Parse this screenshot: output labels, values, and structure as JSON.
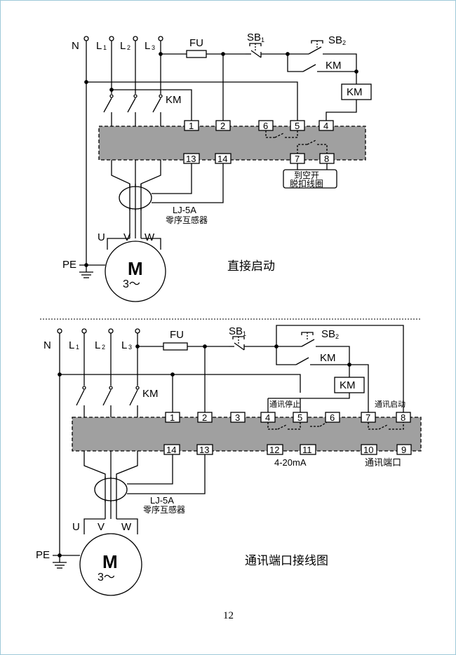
{
  "diagram1": {
    "phases": {
      "N": "N",
      "L1": "L",
      "L1_sub": "1",
      "L2": "L",
      "L2_sub": "2",
      "L3": "L",
      "L3_sub": "3"
    },
    "fuse": "FU",
    "sb1": "SB",
    "sb1_sub": "1",
    "sb2": "SB",
    "sb2_sub": "2",
    "km_contact": "KM",
    "km_coil": "KM",
    "km_main": "KM",
    "terminals_top": [
      "1",
      "2",
      "6",
      "5",
      "4"
    ],
    "terminals_bottom": [
      "13",
      "14",
      "7",
      "8"
    ],
    "trip_box": [
      "到空开",
      "脱扣线圈"
    ],
    "ct_model": "LJ-5A",
    "ct_name": "零序互感器",
    "motor_letter": "M",
    "motor_sub": "3～",
    "uvw": [
      "U",
      "V",
      "W"
    ],
    "pe": "PE",
    "caption": "直接启动"
  },
  "diagram2": {
    "phases": {
      "N": "N",
      "L1": "L",
      "L1_sub": "1",
      "L2": "L",
      "L2_sub": "2",
      "L3": "L",
      "L3_sub": "3"
    },
    "fuse": "FU",
    "sb1": "SB",
    "sb1_sub": "1",
    "sb2": "SB",
    "sb2_sub": "2",
    "km_contact": "KM",
    "km_coil": "KM",
    "km_main": "KM",
    "terminals_top": [
      "1",
      "2",
      "3",
      "4",
      "5",
      "6",
      "7",
      "8"
    ],
    "terminals_bottom": [
      "14",
      "13",
      "12",
      "11",
      "10",
      "9"
    ],
    "comm_stop": "通讯停止",
    "comm_start": "通讯启动",
    "analog": "4-20mA",
    "comm_port": "通讯端口",
    "ct_model": "LJ-5A",
    "ct_name": "零序互感器",
    "motor_letter": "M",
    "motor_sub": "3～",
    "uvw": [
      "U",
      "V",
      "W"
    ],
    "pe": "PE",
    "caption": "通讯端口接线图"
  },
  "page_number": "12"
}
